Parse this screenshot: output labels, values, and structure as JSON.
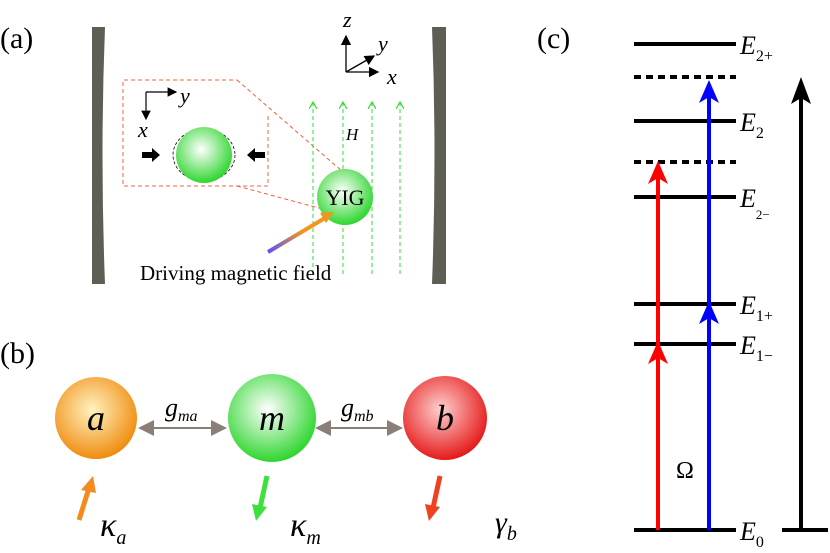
{
  "panel_labels": {
    "a": "(a)",
    "b": "(b)",
    "c": "(c)"
  },
  "panel_a": {
    "axes_main": {
      "z": "z",
      "y": "y",
      "x": "x"
    },
    "axes_inset": {
      "y": "y",
      "x": "x"
    },
    "field_label": "H",
    "sphere_label": "YIG",
    "drive_label": "Driving magnetic field"
  },
  "panel_b": {
    "modes": [
      {
        "symbol": "a",
        "color": "#f5a030"
      },
      {
        "symbol": "m",
        "color": "#3ee03e"
      },
      {
        "symbol": "b",
        "color": "#ee3030"
      }
    ],
    "couplings": [
      {
        "g": "g",
        "sub": "ma"
      },
      {
        "g": "g",
        "sub": "mb"
      }
    ],
    "dissipation": [
      {
        "sym": "κ",
        "sub": "a",
        "color": "#f58a1e"
      },
      {
        "sym": "κ",
        "sub": "m",
        "color": "#3ee03e"
      },
      {
        "sym": "γ",
        "sub": "b",
        "color": "#f04020"
      }
    ]
  },
  "panel_c": {
    "levels": [
      {
        "E": "E",
        "sub": "2+"
      },
      {
        "E": "E",
        "sub": "2"
      },
      {
        "E": "E",
        "sub": "2−"
      },
      {
        "E": "E",
        "sub": "1+"
      },
      {
        "E": "E",
        "sub": "1−"
      },
      {
        "E": "E",
        "sub": "0"
      }
    ],
    "drive_label": "Ω",
    "colors": {
      "red": "#ff0000",
      "blue": "#0000ff"
    }
  }
}
